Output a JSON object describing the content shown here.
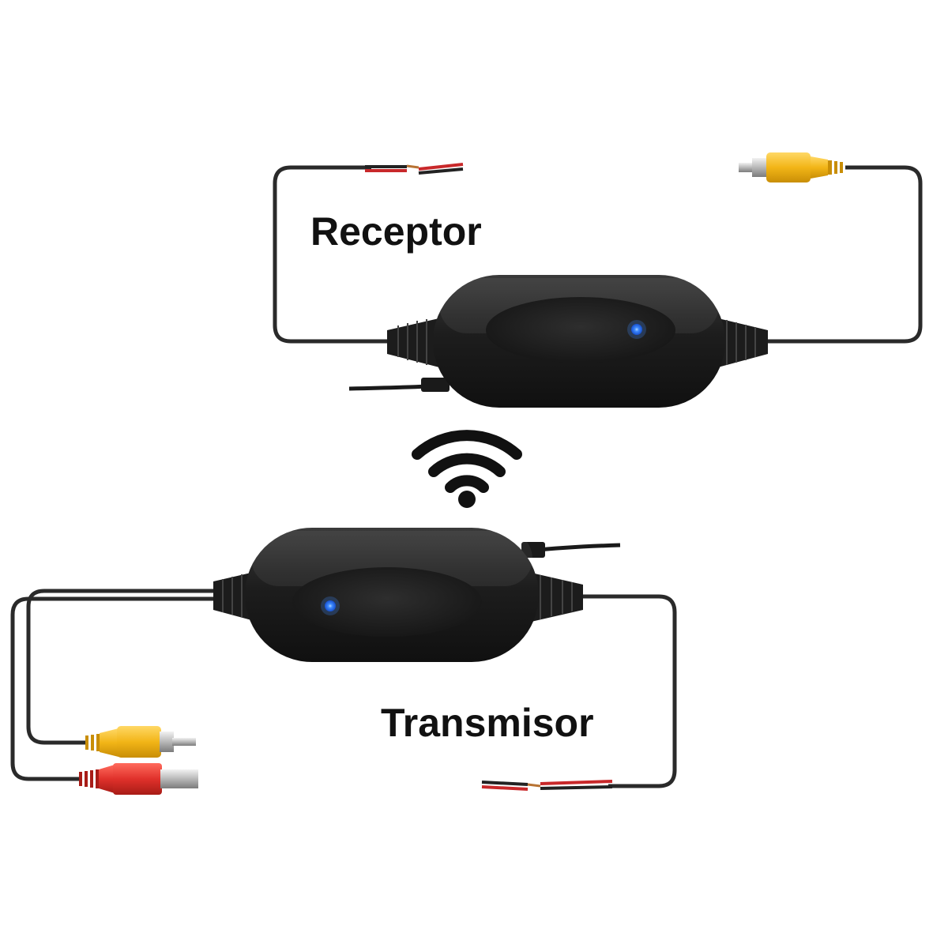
{
  "labels": {
    "receiver": "Receptor",
    "transmitter": "Transmisor"
  },
  "devices": [
    {
      "role": "receiver",
      "icon": "wireless-module-icon",
      "led_color": "#2a6cff"
    },
    {
      "role": "transmitter",
      "icon": "wireless-module-icon",
      "led_color": "#2a6cff"
    }
  ],
  "signal": {
    "icon": "wifi-signal-icon"
  },
  "colors": {
    "background": "#ffffff",
    "module_body": "#1b1b1b",
    "cable": "#2a2a2a",
    "rca_yellow": "#f2b517",
    "dc_red": "#e0312b",
    "power_wire_red": "#c8282a",
    "metal": "#c9c9c9"
  }
}
